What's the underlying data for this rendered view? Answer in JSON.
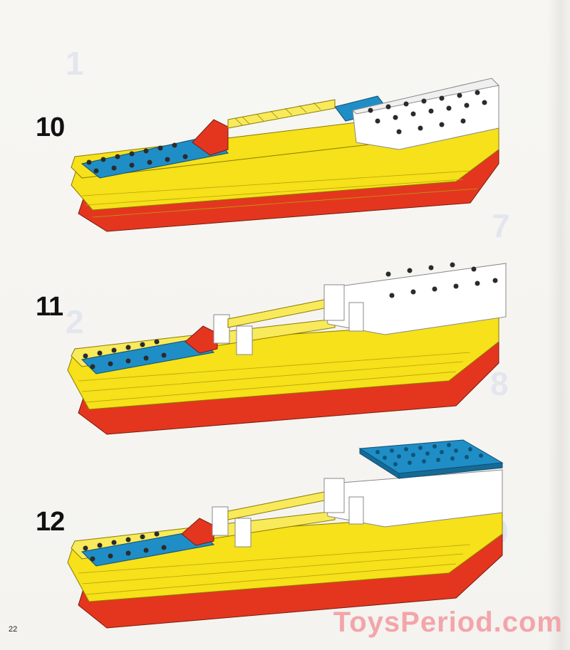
{
  "steps": [
    {
      "number": "10"
    },
    {
      "number": "11"
    },
    {
      "number": "12"
    }
  ],
  "ghost_numbers": [
    "1",
    "7",
    "2",
    "8",
    "9"
  ],
  "page_number": "22",
  "watermark": "ToysPeriod.com",
  "colors": {
    "red": "#e4361f",
    "yellow": "#f6e11a",
    "white": "#ffffff",
    "blue": "#1f8ec7",
    "stud": "#2b2b2b"
  }
}
